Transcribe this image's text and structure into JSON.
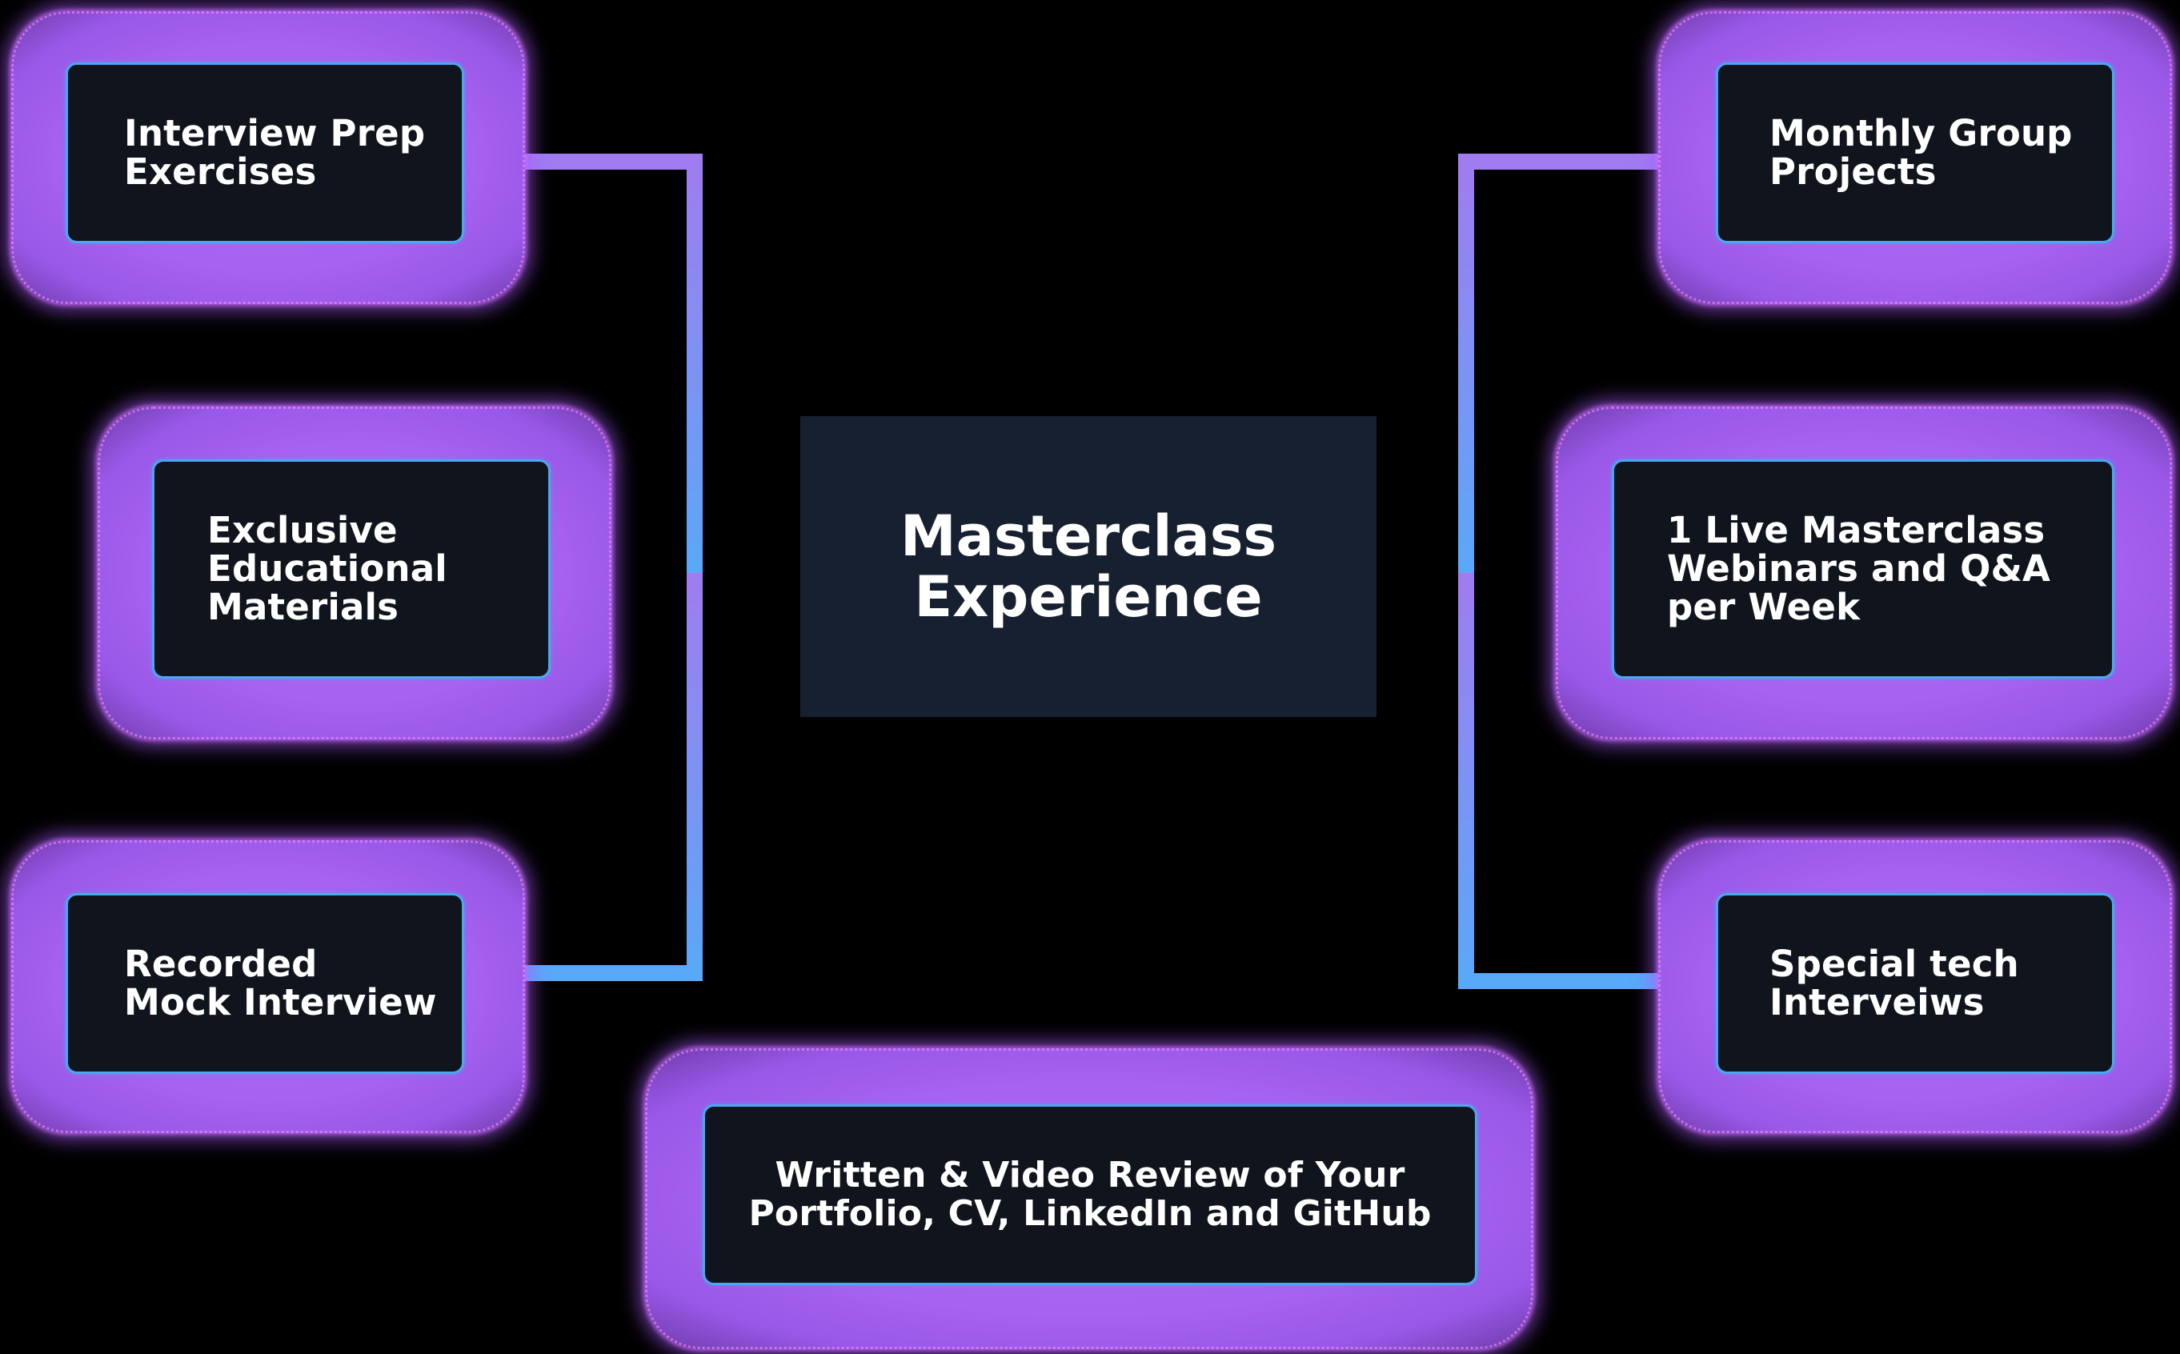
{
  "center": {
    "label": "Masterclass\nExperience"
  },
  "left_items": [
    {
      "label": "Interview Prep\nExercises"
    },
    {
      "label": "Exclusive\nEducational\nMaterials"
    },
    {
      "label": "Recorded\nMock Interview"
    }
  ],
  "right_items": [
    {
      "label": "Monthly Group\nProjects"
    },
    {
      "label": "1 Live Masterclass\nWebinars and Q&A\nper Week"
    },
    {
      "label": "Special tech\nInterveiws"
    }
  ],
  "bottom_item": {
    "label": "Written & Video Review of Your\nPortfolio, CV, LinkedIn and GitHub"
  },
  "colors": {
    "background": "#000000",
    "card_fill": "#10141c",
    "center_fill": "#172030",
    "card_border": "#4aa8f0",
    "glow": "#a662f0",
    "connector_top": "#a07cf0",
    "connector_bottom": "#5aa8f8"
  }
}
